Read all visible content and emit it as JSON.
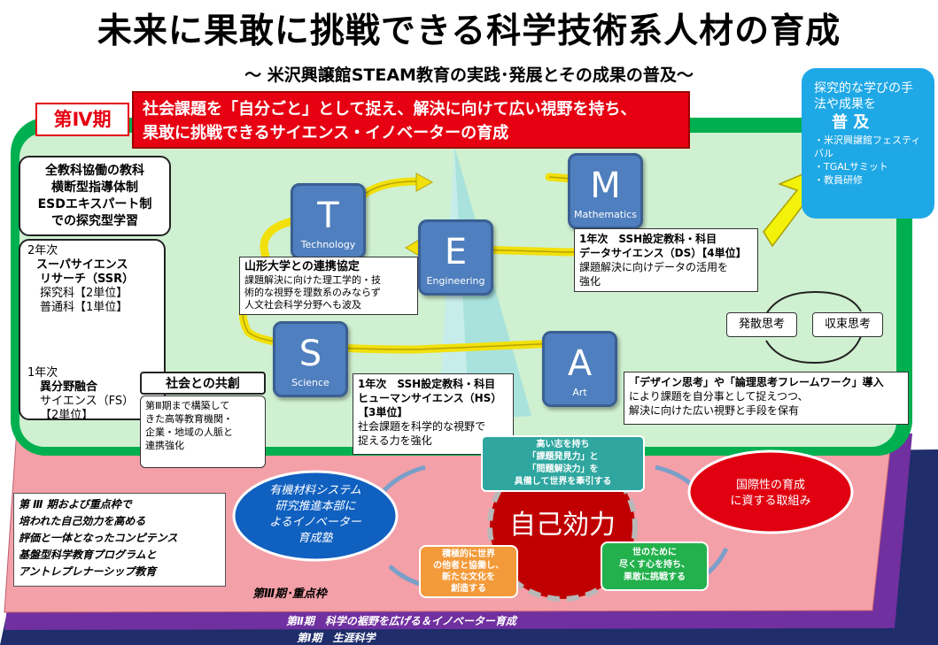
{
  "title": "未来に果敢に挑戦できる科学技術系人材の育成",
  "subtitle": "〜 米沢興譲館STEAM教育の実践･発展とその成果の普及〜",
  "phase4": {
    "label": "第Ⅳ期",
    "goal": [
      "社会課題を「自分ごと」として捉え、解決に向けて広い視野を持ち、",
      "果敢に挑戦できるサイエンス・イノベーターの育成"
    ]
  },
  "dissemination": {
    "lead": "探究的な学びの手法や成果を",
    "heading": "普 及",
    "items": [
      "・米沢興譲館フェスティバル",
      "・TGALサミット",
      "・教員研修"
    ]
  },
  "cross_curricular": [
    "全教科協働の教科",
    "横断型指導体制",
    "ESDエキスパート制",
    "での探究型学習"
  ],
  "ssr": {
    "year2": "2年次",
    "name": [
      "スーパサイエンス",
      "リサーチ（SSR）"
    ],
    "units": [
      "探究科【2単位】",
      "普通科【1単位】"
    ],
    "year1": "1年次",
    "fs": [
      "異分野融合",
      "サイエンス（FS）",
      "【2単位】"
    ]
  },
  "steam": [
    {
      "letter": "T",
      "word": "Technology"
    },
    {
      "letter": "E",
      "word": "Engineering"
    },
    {
      "letter": "M",
      "word": "Mathematics"
    },
    {
      "letter": "S",
      "word": "Science"
    },
    {
      "letter": "A",
      "word": "Art"
    }
  ],
  "yamagata": {
    "title": "山形大学との連携協定",
    "body": [
      "課題解決に向けた理工学的・技",
      "術的な視野を理数系のみならず",
      "人文社会科学分野へも波及"
    ]
  },
  "ds": {
    "line1": "1年次　SSH設定教科・科目",
    "line2": "データサイエンス（DS）【4単位】",
    "body": [
      "課題解決に向けデータの活用を",
      "強化"
    ]
  },
  "hs": {
    "line1": "1年次　SSH設定教科・科目",
    "line2": "ヒューマンサイエンス（HS）",
    "units": "【3単位】",
    "body": [
      "社会課題を科学的な視野で",
      "捉える力を強化"
    ]
  },
  "art_box": {
    "line1": "「デザイン思考」や「論理思考フレームワーク」導入",
    "body": [
      "により課題を自分事として捉えつつ、",
      "解決に向けた広い視野と手段を保有"
    ]
  },
  "thinking": {
    "divergent": "発散思考",
    "convergent": "収束思考"
  },
  "kyoso": {
    "title": "社会との共創",
    "body": [
      "第Ⅲ期まで構築して",
      "きた高等教育機関・",
      "企業・地域の人脈と",
      "連携強化"
    ]
  },
  "phase3_note": [
    "第 Ⅲ 期および重点枠で",
    "培われた自己効力を高める",
    "評価と一体となったコンピテンス",
    "基盤型科学教育プログラムと",
    "アントレプレナーシップ教育"
  ],
  "organic": [
    "有機材料システム",
    "研究推進本部に",
    "よるイノベーター",
    "育成塾"
  ],
  "teal": [
    "高い志を持ち",
    "「課題発見力」と",
    "「問題解決力」を",
    "具備して世界を牽引する"
  ],
  "self_efficacy": "自己効力",
  "orange": [
    "積極的に世界",
    "の他者と協働し、",
    "新たな文化を",
    "創造する"
  ],
  "green": [
    "世のために",
    "尽くす心を持ち、",
    "果敢に挑戦する"
  ],
  "intl": [
    "国際性の育成",
    "に資する取組み"
  ],
  "layers": {
    "l3": "第Ⅲ期･重点枠",
    "l2": "第Ⅱ期　科学の裾野を広げる＆イノベーター育成",
    "l1": "第Ⅰ期　生涯科学"
  },
  "colors": {
    "phase4_red": "#e60012",
    "green_panel": "#00b050",
    "cyan_box": "#1fa8e6",
    "steam_blue": "#4f7fbe",
    "layer_pink": "#f4a0a8",
    "layer_purple": "#7030a0",
    "layer_navy": "#1f2d6b"
  }
}
